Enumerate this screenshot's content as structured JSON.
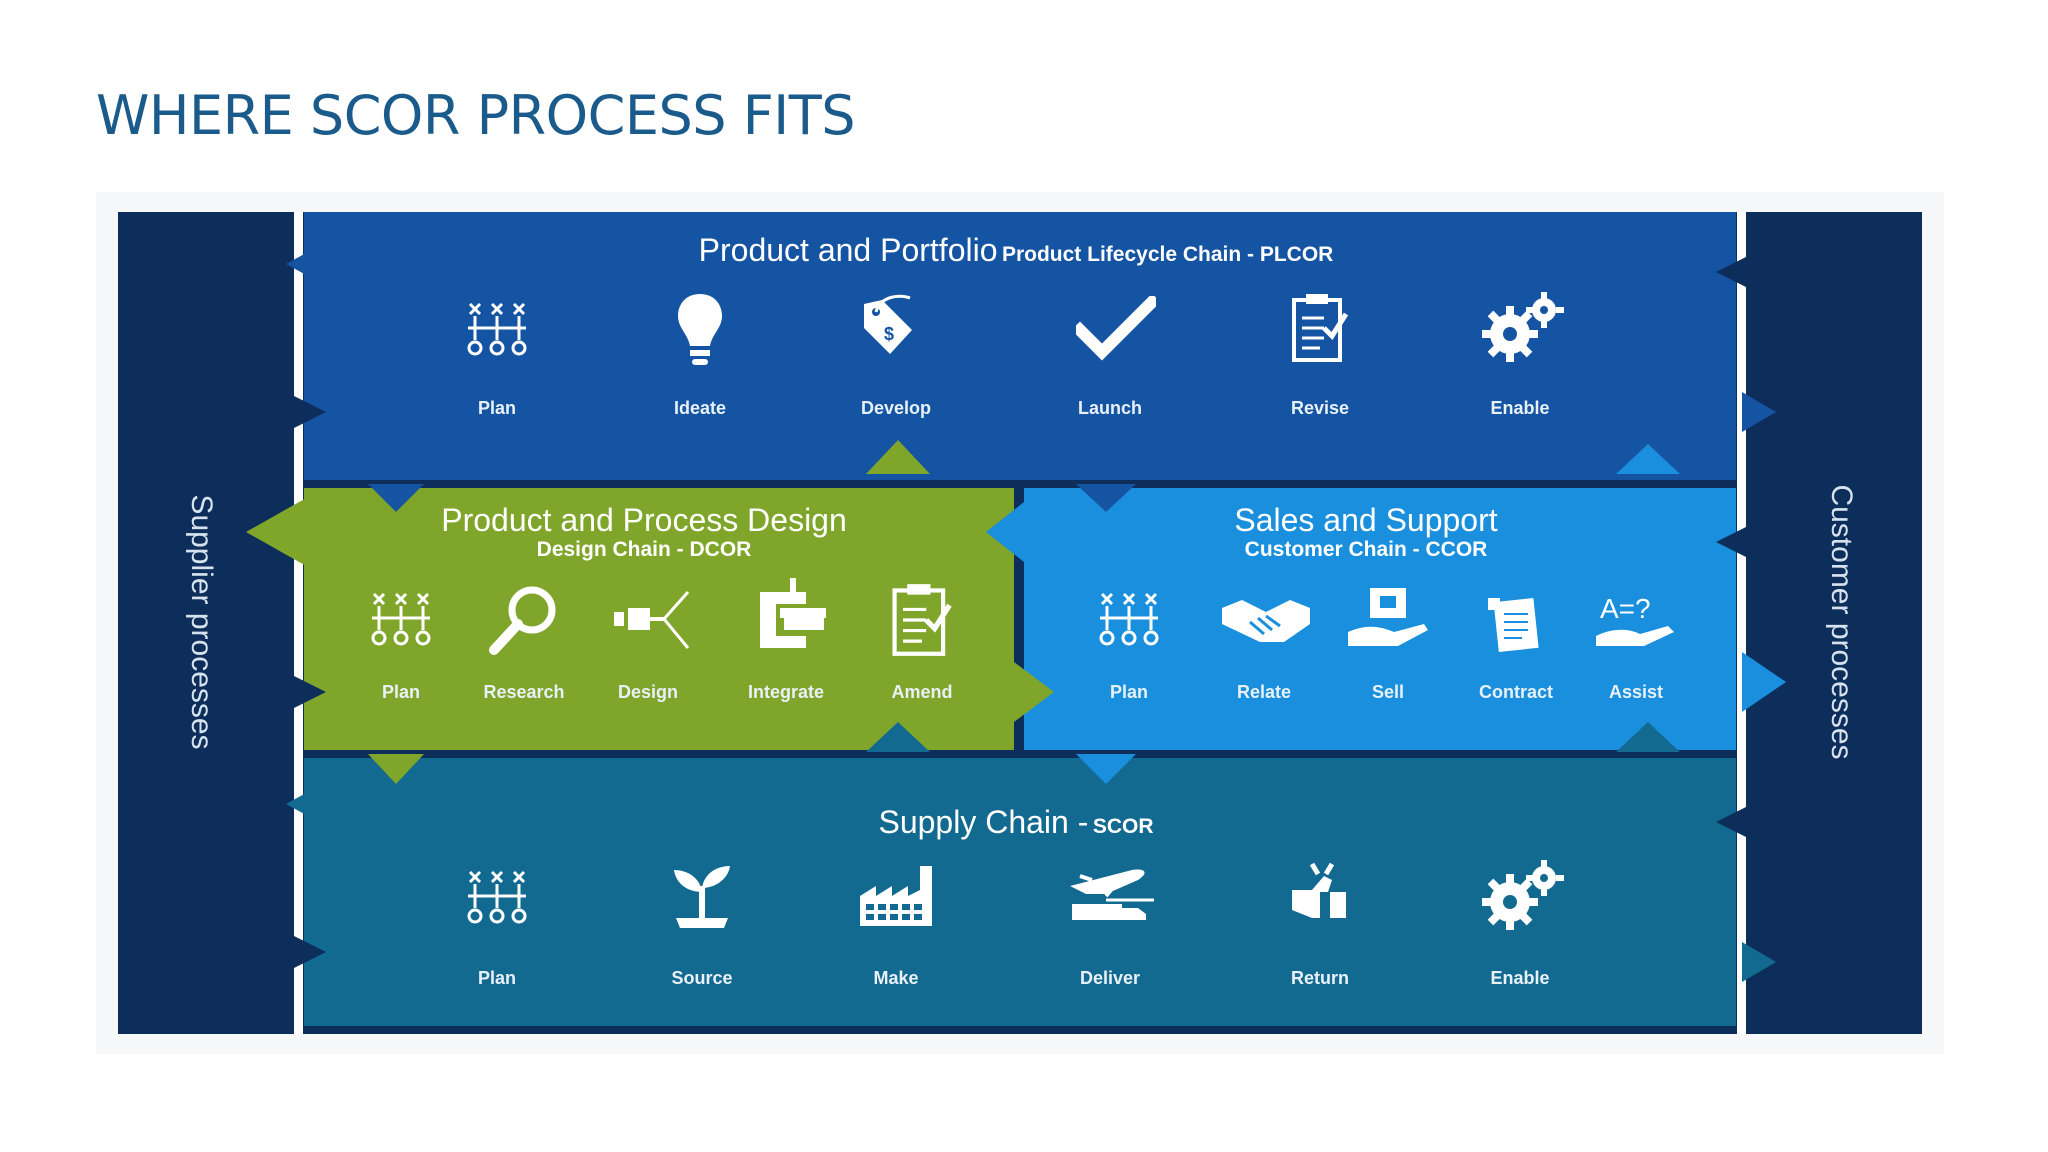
{
  "title": "WHERE SCOR PROCESS FITS",
  "colors": {
    "title": "#1a5b8c",
    "outer_dark": "#0d2e5a",
    "plcor": "#1553a3",
    "dcor": "#7fa62a",
    "ccor": "#1a8fde",
    "scor": "#136a91",
    "white": "#ffffff"
  },
  "side": {
    "left": "Supplier processes",
    "right": "Customer processes"
  },
  "plcor": {
    "title": "Product and Portfolio",
    "subtitle": "Product Lifecycle Chain - PLCOR",
    "items": [
      {
        "label": "Plan",
        "icon": "plan-matrix-icon"
      },
      {
        "label": "Ideate",
        "icon": "lightbulb-icon"
      },
      {
        "label": "Develop",
        "icon": "price-tag-icon"
      },
      {
        "label": "Launch",
        "icon": "checkmark-icon"
      },
      {
        "label": "Revise",
        "icon": "clipboard-check-icon"
      },
      {
        "label": "Enable",
        "icon": "gears-icon"
      }
    ]
  },
  "dcor": {
    "title": "Product and Process Design",
    "subtitle": "Design Chain - DCOR",
    "items": [
      {
        "label": "Plan",
        "icon": "plan-matrix-icon"
      },
      {
        "label": "Research",
        "icon": "magnifier-icon"
      },
      {
        "label": "Design",
        "icon": "design-split-icon"
      },
      {
        "label": "Integrate",
        "icon": "clamp-icon"
      },
      {
        "label": "Amend",
        "icon": "clipboard-check-icon"
      }
    ]
  },
  "ccor": {
    "title": "Sales and Support",
    "subtitle": "Customer Chain - CCOR",
    "items": [
      {
        "label": "Plan",
        "icon": "plan-matrix-icon"
      },
      {
        "label": "Relate",
        "icon": "handshake-icon"
      },
      {
        "label": "Sell",
        "icon": "hand-offer-icon"
      },
      {
        "label": "Contract",
        "icon": "contract-icon"
      },
      {
        "label": "Assist",
        "icon": "assist-question-icon"
      }
    ]
  },
  "scor": {
    "title": "Supply Chain -",
    "subtitle": "SCOR",
    "items": [
      {
        "label": "Plan",
        "icon": "plan-matrix-icon"
      },
      {
        "label": "Source",
        "icon": "sprout-icon"
      },
      {
        "label": "Make",
        "icon": "factory-icon"
      },
      {
        "label": "Deliver",
        "icon": "plane-truck-icon"
      },
      {
        "label": "Return",
        "icon": "return-hand-icon"
      },
      {
        "label": "Enable",
        "icon": "gears-icon"
      }
    ]
  }
}
